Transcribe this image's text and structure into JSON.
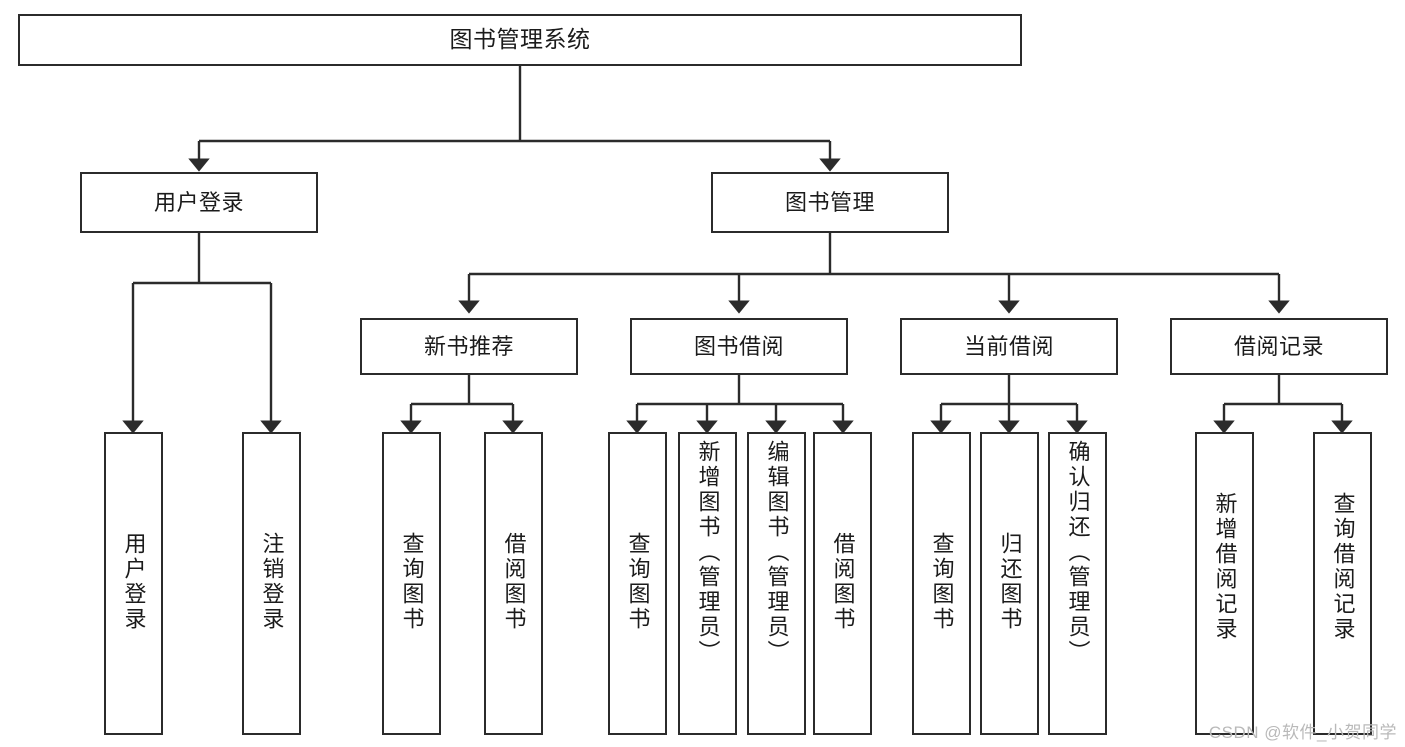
{
  "diagram": {
    "type": "tree-hierarchy",
    "title": "图书管理系统",
    "watermark": "CSDN @软件_小贺同学",
    "colors": {
      "stroke": "#2b2b2b",
      "fill": "#ffffff",
      "text": "#1b1b1b",
      "watermark": "#b9b9b9"
    },
    "nodes": {
      "root": {
        "label": "图书管理系统"
      },
      "level1": [
        {
          "id": "user-login",
          "label": "用户登录"
        },
        {
          "id": "book-manage",
          "label": "图书管理"
        }
      ],
      "level2": [
        {
          "id": "new-book-rec",
          "label": "新书推荐"
        },
        {
          "id": "book-borrow",
          "label": "图书借阅"
        },
        {
          "id": "current-borrow",
          "label": "当前借阅"
        },
        {
          "id": "borrow-record",
          "label": "借阅记录"
        }
      ],
      "leaves": {
        "user_login": [
          {
            "id": "leaf-user-login",
            "label": "用户登录"
          },
          {
            "id": "leaf-logout-login",
            "label": "注销登录"
          }
        ],
        "new_book_rec": [
          {
            "id": "leaf-query-book-1",
            "label": "查询图书"
          },
          {
            "id": "leaf-borrow-book-1",
            "label": "借阅图书"
          }
        ],
        "book_borrow": [
          {
            "id": "leaf-query-book-2",
            "label": "查询图书"
          },
          {
            "id": "leaf-add-book",
            "label": "新增图书（管理员）"
          },
          {
            "id": "leaf-edit-book",
            "label": "编辑图书（管理员）"
          },
          {
            "id": "leaf-borrow-book-2",
            "label": "借阅图书"
          }
        ],
        "current_borrow": [
          {
            "id": "leaf-query-book-3",
            "label": "查询图书"
          },
          {
            "id": "leaf-return-book",
            "label": "归还图书"
          },
          {
            "id": "leaf-confirm-return",
            "label": "确认归还（管理员）"
          }
        ],
        "borrow_record": [
          {
            "id": "leaf-add-record",
            "label": "新增借阅记录"
          },
          {
            "id": "leaf-query-record",
            "label": "查询借阅记录"
          }
        ]
      }
    }
  }
}
